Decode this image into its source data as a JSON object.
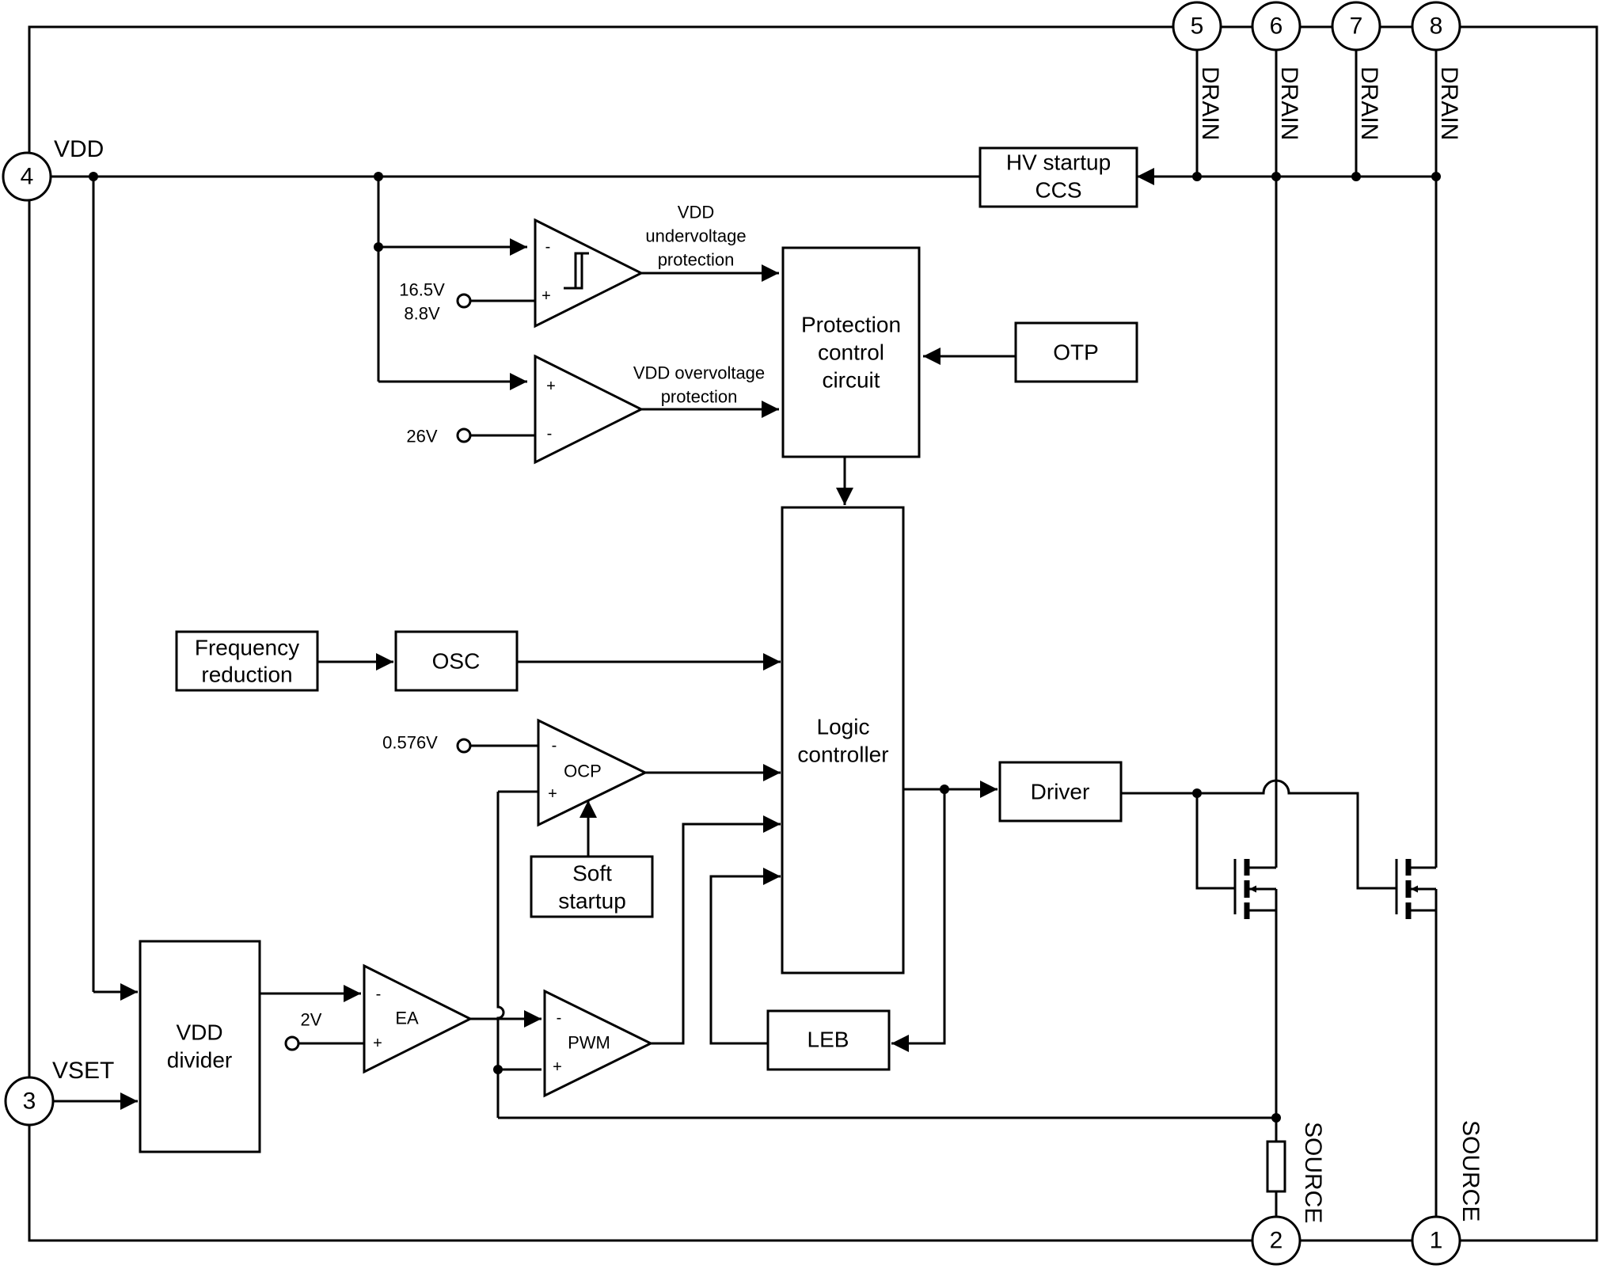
{
  "pins": {
    "p1": "1",
    "p2": "2",
    "p3": "3",
    "p4": "4",
    "p5": "5",
    "p6": "6",
    "p7": "7",
    "p8": "8"
  },
  "pin_labels": {
    "vdd": "VDD",
    "vset": "VSET",
    "drain": "DRAIN",
    "source": "SOURCE"
  },
  "blocks": {
    "hv_startup": [
      "HV startup",
      "CCS"
    ],
    "protection": [
      "Protection",
      "control",
      "circuit"
    ],
    "otp": "OTP",
    "freq_reduction": [
      "Frequency",
      "reduction"
    ],
    "osc": "OSC",
    "logic": [
      "Logic",
      "controller"
    ],
    "driver": "Driver",
    "soft_startup": [
      "Soft",
      "startup"
    ],
    "vdd_divider": [
      "VDD",
      "divider"
    ],
    "leb": "LEB"
  },
  "comparators": {
    "uvp_label": [
      "VDD",
      "undervoltage",
      "protection"
    ],
    "ovp_label": [
      "VDD overvoltage",
      "protection"
    ],
    "ocp": "OCP",
    "ea": "EA",
    "pwm": "PWM"
  },
  "references": {
    "uvp_ref": [
      "16.5V",
      "8.8V"
    ],
    "ovp_ref": "26V",
    "ocp_ref": "0.576V",
    "ea_ref": "2V"
  },
  "signs": {
    "minus": "-",
    "plus": "+"
  }
}
